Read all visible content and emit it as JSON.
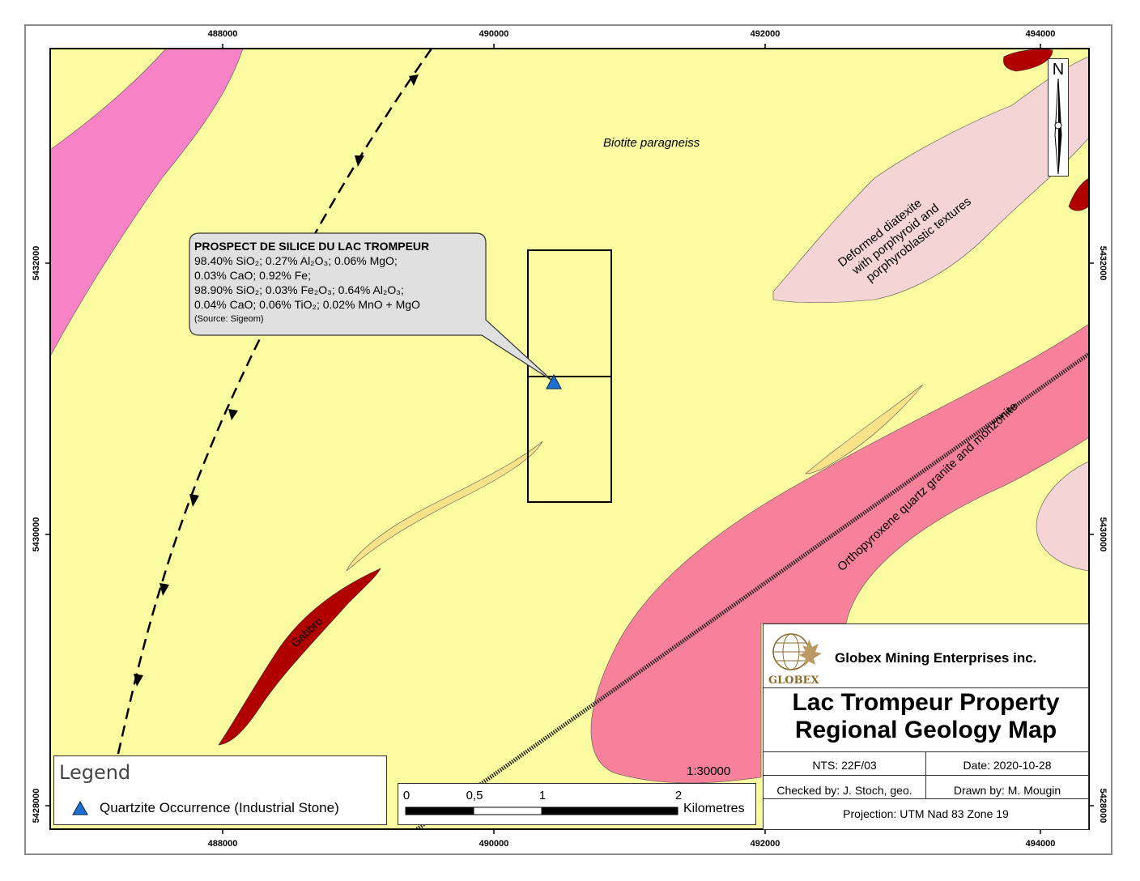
{
  "coordinates": {
    "easting": [
      "488000",
      "490000",
      "492000",
      "494000"
    ],
    "northing": [
      "5432000",
      "5430000",
      "5428000"
    ]
  },
  "units": {
    "biotite": "Biotite paragneiss",
    "diatexite": [
      "Deformed diatexite",
      "with porphyroid and",
      "porphyroblastic textures"
    ],
    "granite": "Orthopyroxene quartz granite and monzonite",
    "gabbro": "Gabbro"
  },
  "callout": {
    "title": "PROSPECT DE SILICE DU LAC TROMPEUR",
    "line1": "98.40% SiO₂; 0.27% Al₂O₃; 0.06% MgO;",
    "line2": "0.03% CaO; 0.92% Fe;",
    "line3": "98.90% SiO₂; 0.03% Fe₂O₃; 0.64% Al₂O₃;",
    "line4": "0.04% CaO; 0.06% TiO₂; 0.02% MnO + MgO",
    "source": "(Source: Sigeom)"
  },
  "legend": {
    "title": "Legend",
    "item": "Quartzite Occurrence (Industrial Stone)"
  },
  "scalebar": {
    "ticks": [
      "0",
      "0,5",
      "1",
      "2"
    ],
    "unit": "Kilometres",
    "ratio": "1:30000"
  },
  "north": "N",
  "title_block": {
    "logo": "GLOBEX",
    "company": "Globex Mining Enterprises inc.",
    "title1": "Lac Trompeur Property",
    "title2": "Regional Geology Map",
    "nts": "NTS: 22F/03",
    "date": "Date: 2020-10-28",
    "checked": "Checked by: J. Stoch, geo.",
    "drawn": "Drawn by: M. Mougin",
    "projection": "Projection: UTM Nad 83 Zone 19"
  },
  "colors": {
    "paragneiss": "#fafaa0",
    "granite": "#f7819a",
    "diatexite": "#f4d4d4",
    "gabbro": "#b00000",
    "pink_band": "#f783c6",
    "quartzite_lens": "#f8e38a",
    "occurrence": "#1e6fd0"
  }
}
